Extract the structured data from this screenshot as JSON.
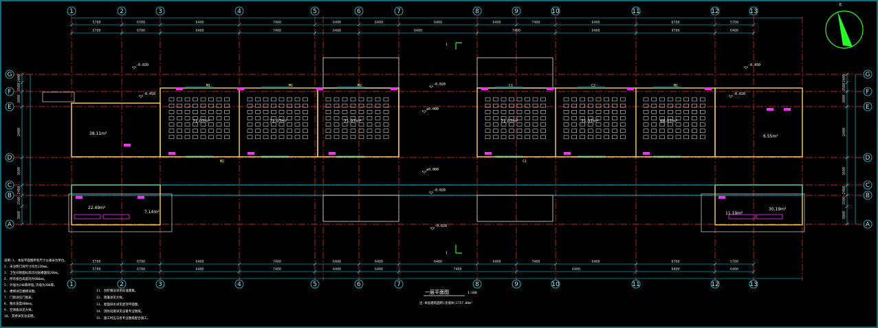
{
  "drawing": {
    "background": "#000000",
    "colors": {
      "axis_line": "#ff2a2a",
      "wall": "#ffd84a",
      "dimension": "#00e5ff",
      "door": "#ff2aff",
      "furniture": "#ffffff",
      "frame": "#00e5ff",
      "compass": "#22ff22"
    },
    "column_axes": [
      "1",
      "2",
      "3",
      "4",
      "5",
      "6",
      "7",
      "8",
      "9",
      "10",
      "11",
      "12",
      "13"
    ],
    "row_axes": [
      "G",
      "F",
      "E",
      "D",
      "C",
      "B",
      "A"
    ],
    "top_dims_row1": [
      "5700",
      "6700",
      "6400",
      "7400",
      "6400",
      "6400",
      "6400",
      "6400",
      "7400",
      "6400",
      "6700",
      "5700"
    ],
    "top_dims_row2": [
      "5700",
      "6700",
      "6400",
      "7400",
      "6400",
      "9400",
      "7400",
      "6400",
      "4700",
      "6400"
    ],
    "bottom_dims_row1": [
      "5700",
      "6700",
      "6400",
      "7400",
      "6400",
      "6400",
      "6400",
      "6400",
      "7400",
      "6400",
      "6700",
      "5700"
    ],
    "bottom_dims_row2": [
      "5700",
      "6700",
      "6400",
      "7400",
      "6400",
      "6400",
      "7400",
      "6400",
      "6400",
      "6400"
    ],
    "left_dims": [
      "2400",
      "3500",
      "3000",
      "2400",
      "3600",
      "2400",
      "1500",
      "3000"
    ],
    "right_dims": [
      "2400",
      "3500",
      "3000",
      "2400",
      "3600",
      "2400",
      "1500",
      "3000"
    ],
    "rooms": [
      {
        "label": "71.07m²",
        "kind": "classroom"
      },
      {
        "label": "71.07m²",
        "kind": "classroom"
      },
      {
        "label": "71.07m²",
        "kind": "classroom"
      },
      {
        "label": "71.07m²",
        "kind": "classroom"
      },
      {
        "label": "71.07m²",
        "kind": "classroom"
      },
      {
        "label": "68.07m²",
        "kind": "classroom"
      },
      {
        "label": "38.11m²",
        "kind": "office"
      },
      {
        "label": "22.49m²",
        "kind": "office"
      },
      {
        "label": "7.14m²",
        "kind": "store"
      },
      {
        "label": "11.19m²",
        "kind": "store"
      },
      {
        "label": "30.19m²",
        "kind": "office"
      },
      {
        "label": "6.55m²",
        "kind": "wc"
      }
    ],
    "elevations": [
      "-0.020",
      "-0.450",
      "-0.020",
      "±0.000",
      "-0.020",
      "±0.000",
      "-0.020",
      "-0.450",
      "-0.020"
    ],
    "section_marks": [
      "1",
      "1"
    ],
    "plan_title": "一层平面图",
    "plan_scale": "1:100",
    "area_note": "注:本层建筑面积(含墙体)1757.00m²",
    "notes_left": [
      "说明:1. 本层平面图所有尺寸以毫米为单位。",
      "2. 未注明门垛尺寸均为120mm。",
      "3. 卫生间地面标高比同层楼面低20mm。",
      "4. 所有窗台高度均为900mm。",
      "5. 外墙为240厚砖墙,内墙为200厚。",
      "6. 楼梯详见楼梯详图。",
      "7. 门窗详见门窗表。",
      "8. 散水宽度800mm。",
      "9. 空调板详见大样。",
      "10. 其余详见总说明。"
    ],
    "notes_right": [
      "11. 台阶做法详见标准图集。",
      "12. 雨篷详见大样。",
      "13. 屋面排水详见屋顶平面图。",
      "14. 消防设施详见设备专业图纸。",
      "15. 施工时应与各专业图纸配合施工。"
    ],
    "door_tags": [
      "M1",
      "M1",
      "M2",
      "C1",
      "C2",
      "M1",
      "M2",
      "C1"
    ],
    "compass_label": "北"
  }
}
